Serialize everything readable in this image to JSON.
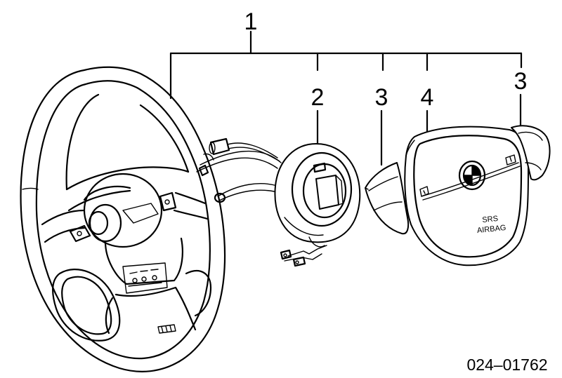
{
  "callouts": {
    "assembly": "1",
    "clock_spring": "2",
    "trim_cover_left": "3",
    "airbag_module": "4",
    "trim_cover_right": "3"
  },
  "airbag_labels": {
    "srs": "SRS",
    "airbag": "AIRBAG"
  },
  "part_number": "024–01762"
}
